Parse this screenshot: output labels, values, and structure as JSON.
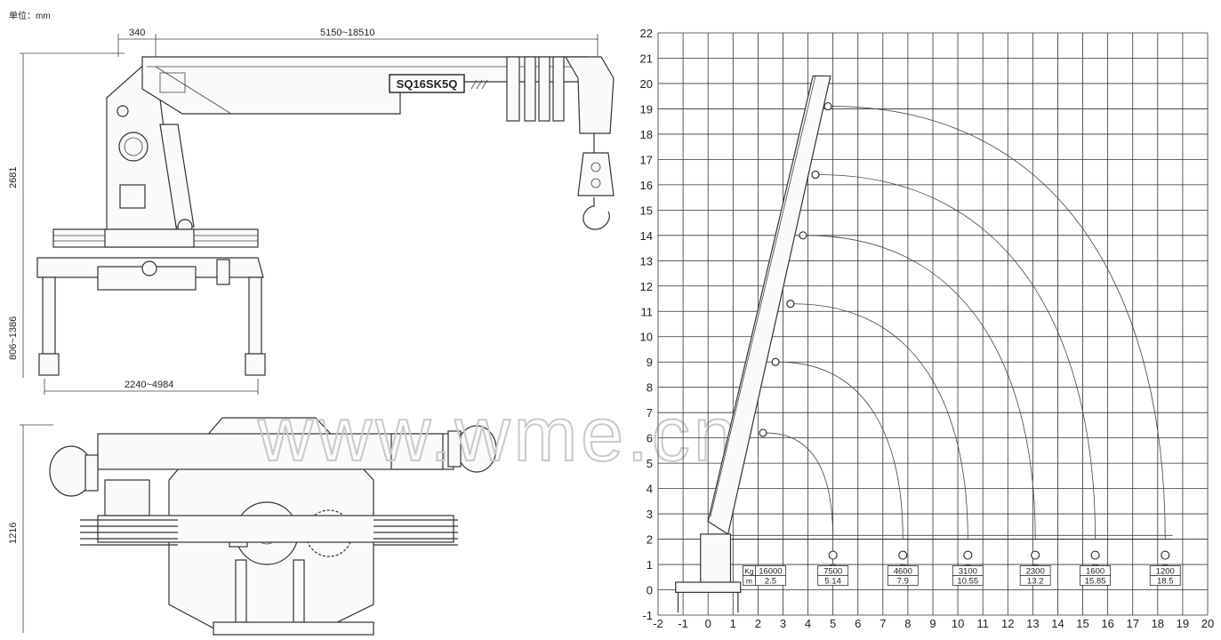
{
  "unit_label": "单位：mm",
  "side_view": {
    "dim_340": "340",
    "dim_boom": "5150~18510",
    "dim_height": "2681",
    "dim_outrigger_height": "806~1386",
    "dim_outrigger_span": "2240~4984",
    "model_plate": "SQ16SK5Q"
  },
  "top_view": {
    "dim_width": "1216"
  },
  "watermark": "www.wme.cn",
  "chart_data": {
    "type": "diagram",
    "x_ticks": [
      -2,
      -1,
      0,
      1,
      2,
      3,
      4,
      5,
      6,
      7,
      8,
      9,
      10,
      11,
      12,
      13,
      14,
      15,
      16,
      17,
      18,
      19,
      20
    ],
    "y_ticks": [
      -1,
      0,
      1,
      2,
      3,
      4,
      5,
      6,
      7,
      8,
      9,
      10,
      11,
      12,
      13,
      14,
      15,
      16,
      17,
      18,
      19,
      20,
      21,
      22
    ],
    "xlim": [
      -2,
      20
    ],
    "ylim": [
      -1,
      22
    ],
    "grid": true,
    "base_table": {
      "kg_label": "Kg",
      "m_label": "m",
      "kg": "16000",
      "m": "2.5"
    },
    "load_points": [
      {
        "kg": "7500",
        "m": "5.14",
        "x": 5.0
      },
      {
        "kg": "4600",
        "m": "7.9",
        "x": 7.8
      },
      {
        "kg": "3100",
        "m": "10.55",
        "x": 10.4
      },
      {
        "kg": "2300",
        "m": "13.2",
        "x": 13.1
      },
      {
        "kg": "1600",
        "m": "15.85",
        "x": 15.5
      },
      {
        "kg": "1200",
        "m": "18.5",
        "x": 18.3
      }
    ],
    "boom_sections": [
      {
        "x": 2.1,
        "y": 6.2
      },
      {
        "x": 2.6,
        "y": 9.0
      },
      {
        "x": 3.2,
        "y": 11.3
      },
      {
        "x": 3.7,
        "y": 14.0
      },
      {
        "x": 4.2,
        "y": 16.4
      },
      {
        "x": 4.7,
        "y": 19.1
      }
    ],
    "arc_center": {
      "x": 0.8,
      "y": 2.0
    }
  }
}
